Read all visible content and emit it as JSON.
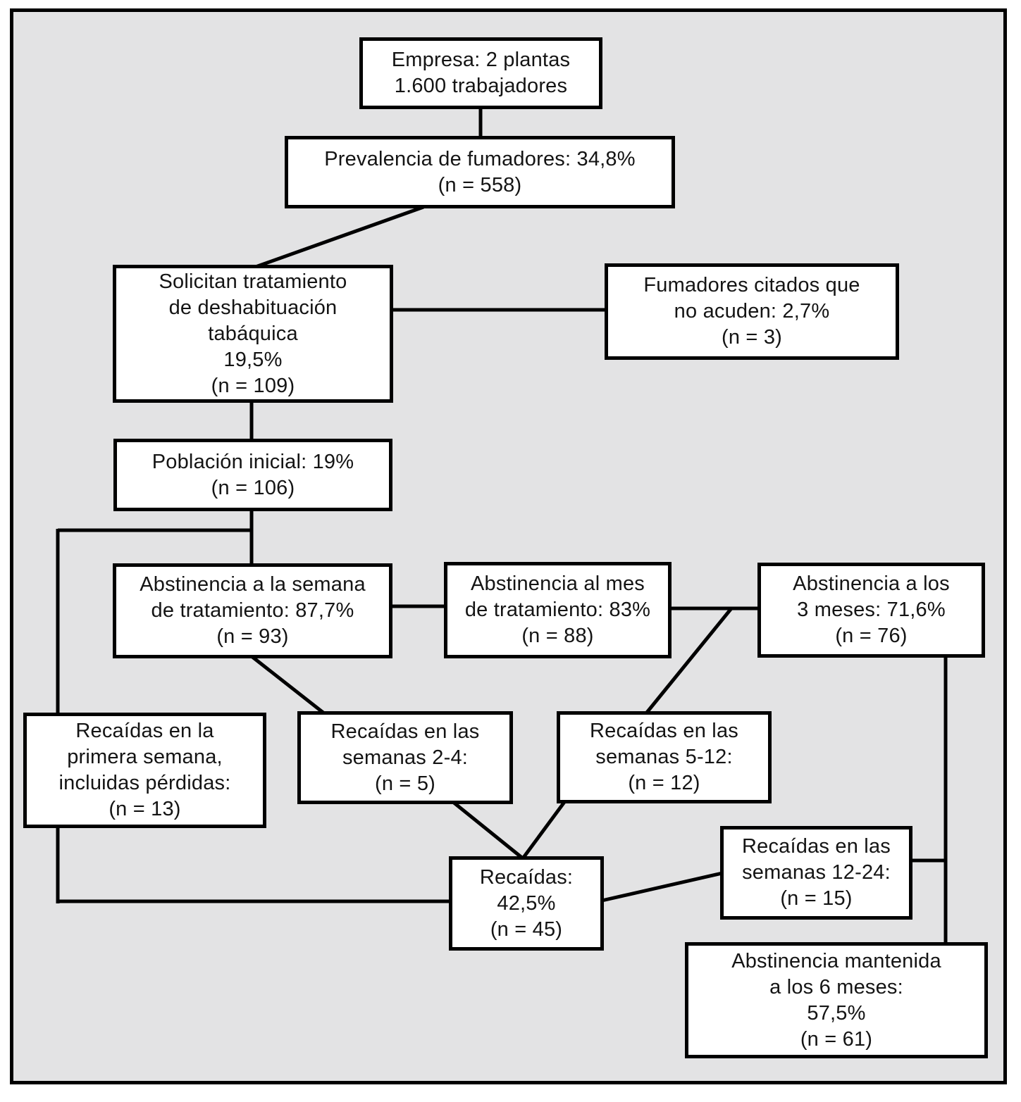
{
  "diagram": {
    "type": "flowchart",
    "background_color": "#e3e3e4",
    "line_color": "#000000",
    "box_fill_color": "#ffffff",
    "boxes": {
      "empresa": {
        "lines": [
          "Empresa: 2 plantas",
          "1.600 trabajadores"
        ]
      },
      "prevalencia": {
        "lines": [
          "Prevalencia de fumadores: 34,8%",
          "(n = 558)"
        ]
      },
      "solicitan": {
        "lines": [
          "Solicitan tratamiento",
          "de deshabituación",
          "tabáquica",
          "19,5%",
          "(n = 109)"
        ]
      },
      "no_acuden": {
        "lines": [
          "Fumadores citados que",
          "no acuden: 2,7%",
          "(n = 3)"
        ]
      },
      "poblacion_inicial": {
        "lines": [
          "Población inicial: 19%",
          "(n = 106)"
        ]
      },
      "abstinencia_semana": {
        "lines": [
          "Abstinencia a la semana",
          "de tratamiento: 87,7%",
          "(n = 93)"
        ]
      },
      "abstinencia_mes": {
        "lines": [
          "Abstinencia al mes",
          "de tratamiento: 83%",
          "(n = 88)"
        ]
      },
      "abstinencia_3_meses": {
        "lines": [
          "Abstinencia a los",
          "3 meses: 71,6%",
          "(n = 76)"
        ]
      },
      "recaidas_primera_semana": {
        "lines": [
          "Recaídas en la",
          "primera semana,",
          "incluidas pérdidas:",
          "(n = 13)"
        ]
      },
      "recaidas_semanas_2_4": {
        "lines": [
          "Recaídas en las",
          "semanas 2-4:",
          "(n = 5)"
        ]
      },
      "recaidas_semanas_5_12": {
        "lines": [
          "Recaídas en las",
          "semanas 5-12:",
          "(n = 12)"
        ]
      },
      "recaidas_total": {
        "lines": [
          "Recaídas:",
          "42,5%",
          "(n = 45)"
        ]
      },
      "recaidas_semanas_12_24": {
        "lines": [
          "Recaídas en las",
          "semanas 12-24:",
          "(n = 15)"
        ]
      },
      "abstinencia_6_meses": {
        "lines": [
          "Abstinencia mantenida",
          "a los 6 meses:",
          "57,5%",
          "(n = 61)"
        ]
      }
    }
  }
}
